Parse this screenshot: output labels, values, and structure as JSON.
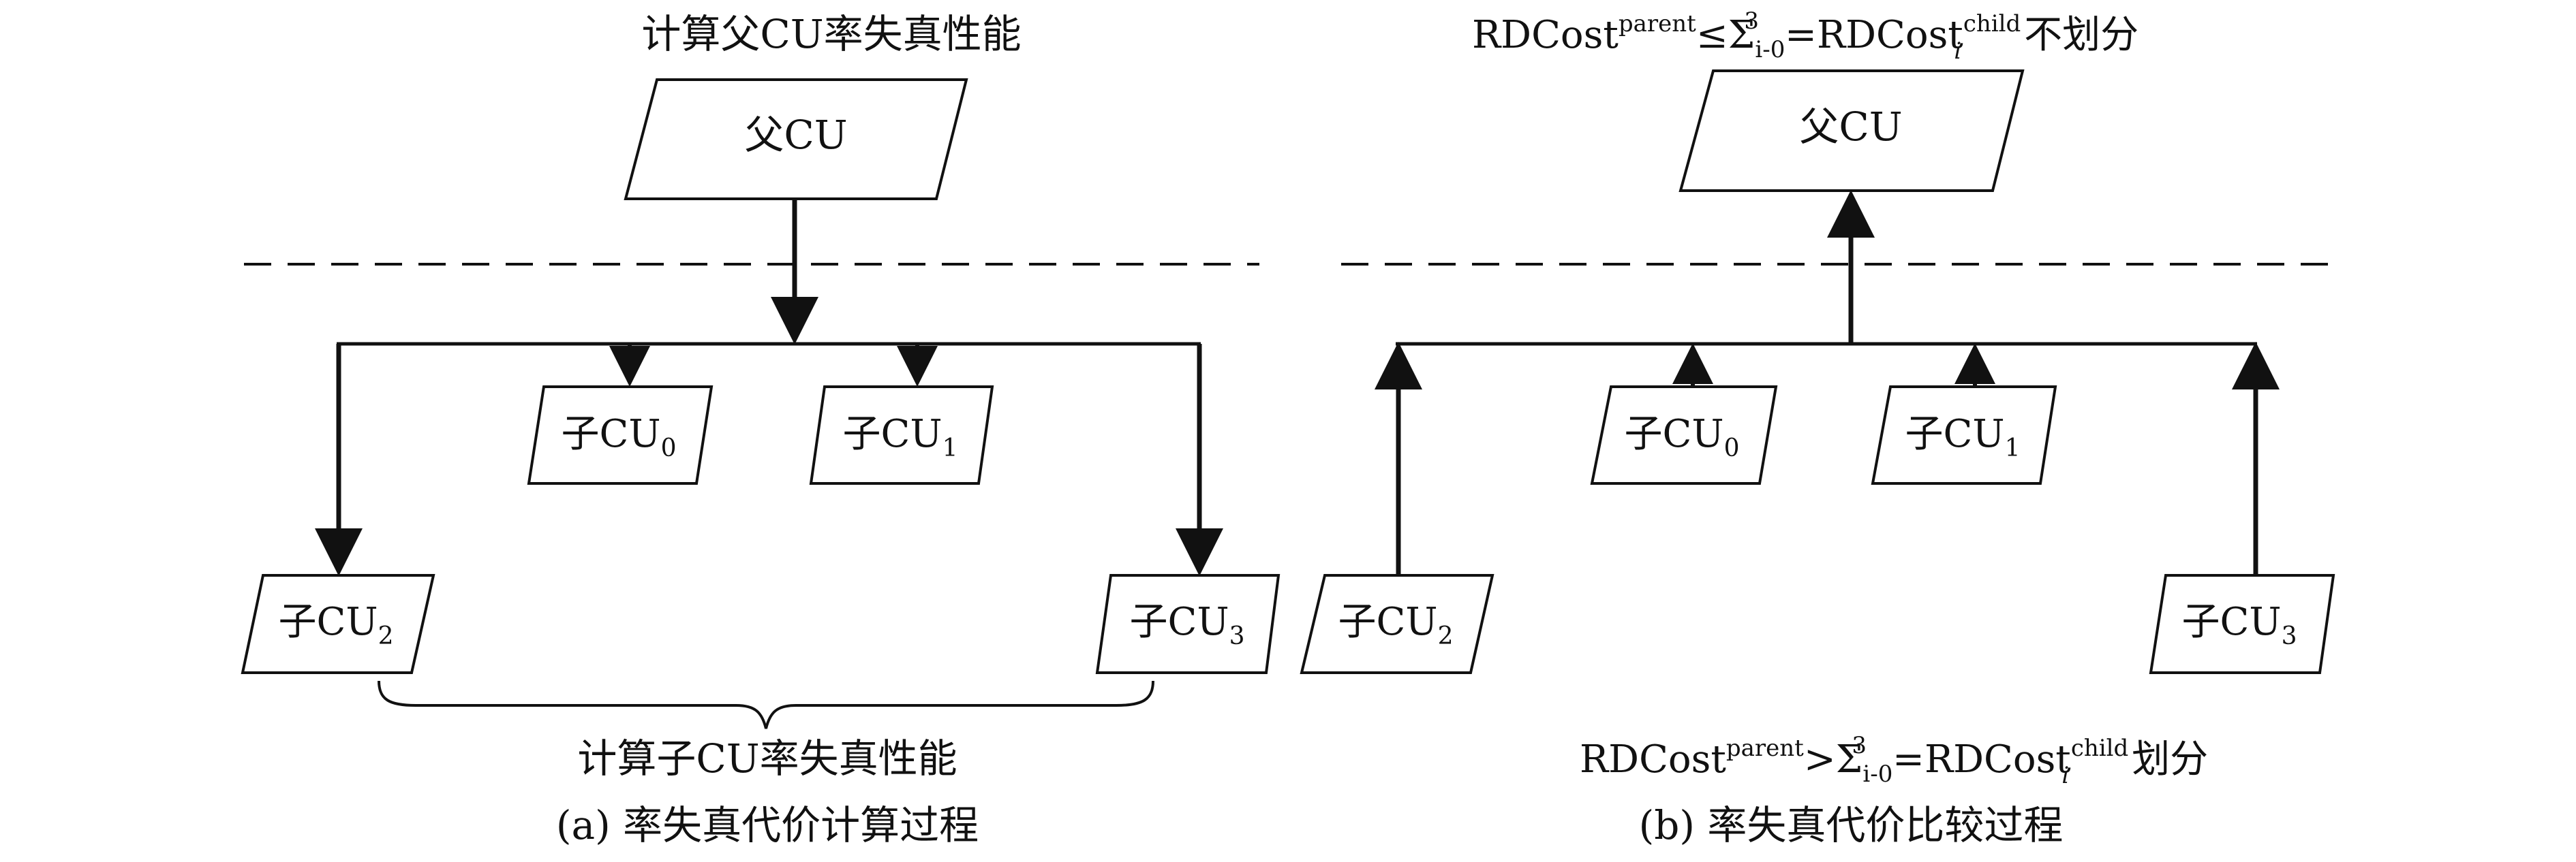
{
  "panel_a": {
    "top_label": "计算父CU率失真性能",
    "parent": "父CU",
    "children": [
      {
        "base": "子CU",
        "sub": "0"
      },
      {
        "base": "子CU",
        "sub": "1"
      },
      {
        "base": "子CU",
        "sub": "2"
      },
      {
        "base": "子CU",
        "sub": "3"
      }
    ],
    "brace_label": "计算子CU率失真性能",
    "caption": "(a) 率失真代价计算过程"
  },
  "panel_b": {
    "top_label": {
      "t1": "RDCost",
      "sup1": "parent",
      "rel": "≤",
      "sum": "Σ",
      "sum_sub": "i-0",
      "sum_sup": "3",
      "eq": "=RDCost",
      "sup2": "child",
      "sub2": "i",
      "tail": "不划分"
    },
    "parent": "父CU",
    "children": [
      {
        "base": "子CU",
        "sub": "0"
      },
      {
        "base": "子CU",
        "sub": "1"
      },
      {
        "base": "子CU",
        "sub": "2"
      },
      {
        "base": "子CU",
        "sub": "3"
      }
    ],
    "bottom_label": {
      "t1": "RDCost",
      "sup1": "parent",
      "rel": ">",
      "sum": "Σ",
      "sum_sub": "i-0",
      "sum_sup": "3",
      "eq": "=RDCost",
      "sup2": "child",
      "sub2": "i",
      "tail": "划分"
    },
    "caption": "(b) 率失真代价比较过程"
  }
}
